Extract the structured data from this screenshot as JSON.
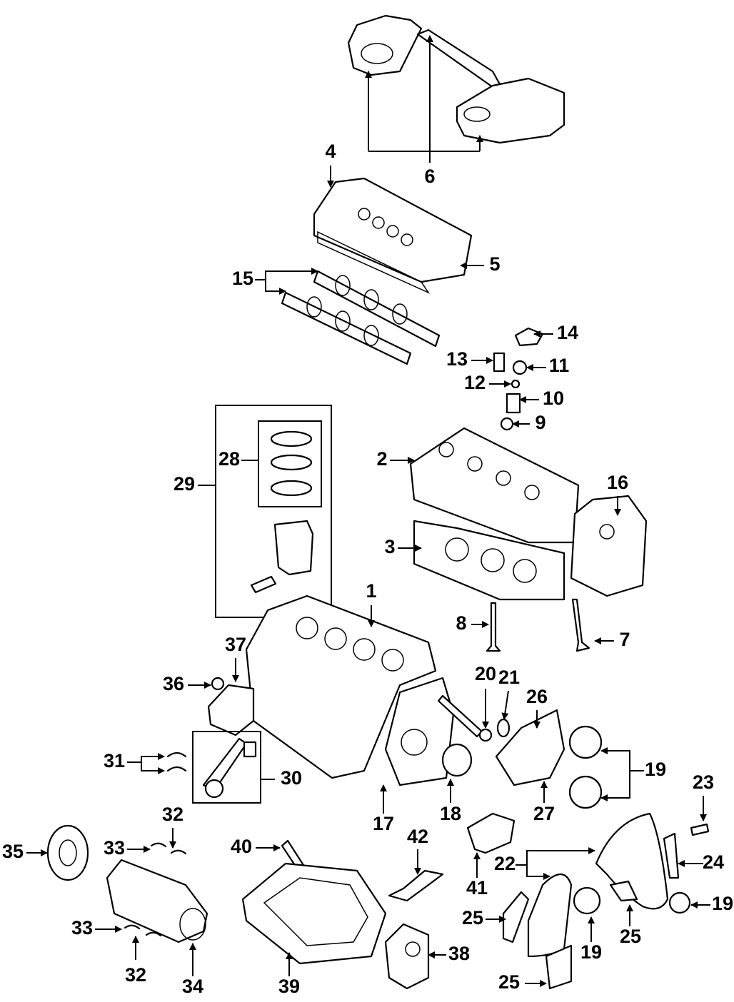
{
  "callouts": {
    "c1": "1",
    "c2": "2",
    "c3": "3",
    "c4": "4",
    "c5": "5",
    "c6": "6",
    "c7": "7",
    "c8": "8",
    "c9": "9",
    "c10": "10",
    "c11": "11",
    "c12": "12",
    "c13": "13",
    "c14": "14",
    "c15": "15",
    "c16": "16",
    "c17": "17",
    "c18": "18",
    "c19a": "19",
    "c19b": "19",
    "c19c": "19",
    "c20": "20",
    "c21": "21",
    "c22": "22",
    "c23": "23",
    "c24": "24",
    "c25a": "25",
    "c25b": "25",
    "c25c": "25",
    "c26": "26",
    "c27": "27",
    "c28": "28",
    "c29": "29",
    "c30": "30",
    "c31": "31",
    "c32a": "32",
    "c32b": "32",
    "c33a": "33",
    "c33b": "33",
    "c34": "34",
    "c35": "35",
    "c36": "36",
    "c37": "37",
    "c38": "38",
    "c39": "39",
    "c40": "40",
    "c41": "41",
    "c42": "42"
  }
}
